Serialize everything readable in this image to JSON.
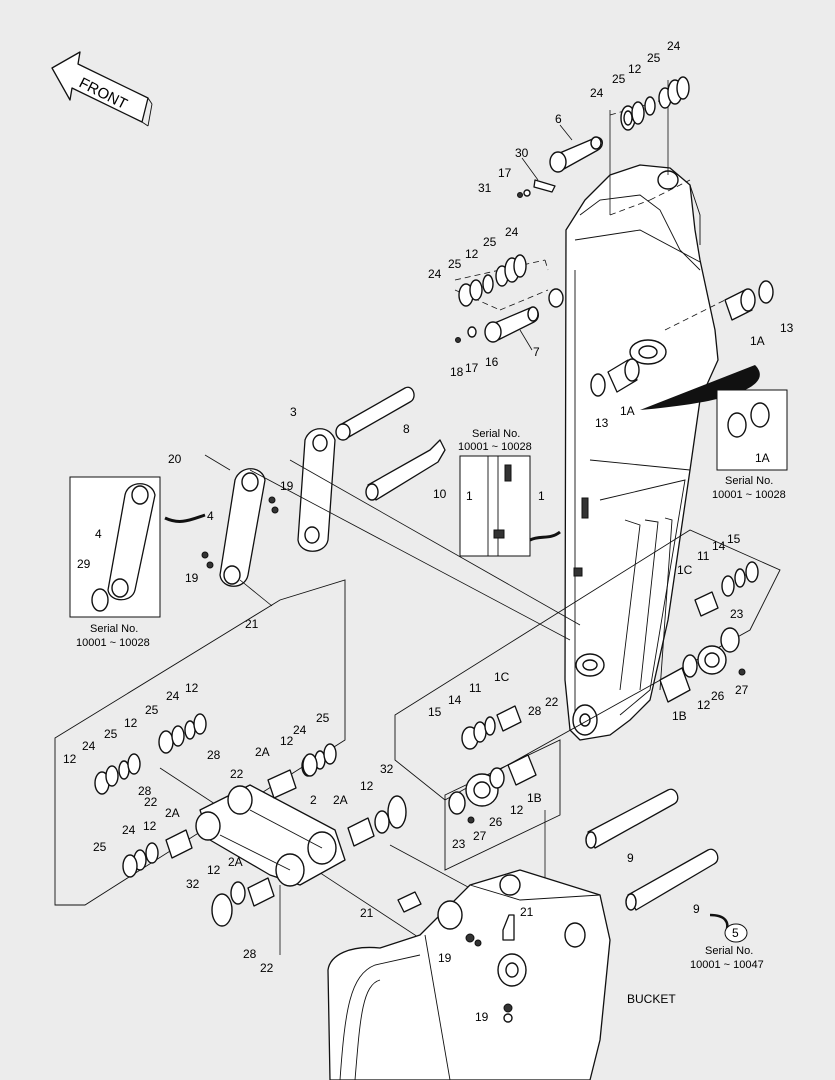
{
  "front_label": "FRONT",
  "bucket_label": "BUCKET",
  "callouts": {
    "c1": "1",
    "c1b": "1",
    "c1a_1": "1A",
    "c1a_2": "1A",
    "c1b_1": "1B",
    "c1b_2": "1B",
    "c1c_1": "1C",
    "c1c_2": "1C",
    "c2": "2",
    "c2a_1": "2A",
    "c2a_2": "2A",
    "c2a_3": "2A",
    "c2a_4": "2A",
    "c3": "3",
    "c4": "4",
    "c4b": "4",
    "c5": "5",
    "c6": "6",
    "c7": "7",
    "c8": "8",
    "c9_1": "9",
    "c9_2": "9",
    "c10": "10",
    "c11_1": "11",
    "c11_2": "11",
    "c12_1": "12",
    "c12_2": "12",
    "c12_3": "12",
    "c12_4": "12",
    "c12_5": "12",
    "c12_6": "12",
    "c12_7": "12",
    "c12_8": "12",
    "c12_9": "12",
    "c12_10": "12",
    "c12_11": "12",
    "c13_1": "13",
    "c13_2": "13",
    "c14_1": "14",
    "c14_2": "14",
    "c15_1": "15",
    "c15_2": "15",
    "c16": "16",
    "c17_1": "17",
    "c17_2": "17",
    "c18": "18",
    "c19_1": "19",
    "c19_2": "19",
    "c19_3": "19",
    "c19_4": "19",
    "c20": "20",
    "c21_1": "21",
    "c21_2": "21",
    "c21_3": "21",
    "c22_1": "22",
    "c22_2": "22",
    "c22_3": "22",
    "c22_4": "22",
    "c23_1": "23",
    "c23_2": "23",
    "c24_1": "24",
    "c24_2": "24",
    "c24_3": "24",
    "c24_4": "24",
    "c24_5": "24",
    "c24_6": "24",
    "c24_7": "24",
    "c25_1": "25",
    "c25_2": "25",
    "c25_3": "25",
    "c25_4": "25",
    "c25_5": "25",
    "c25_6": "25",
    "c25_7": "25",
    "c26_1": "26",
    "c26_2": "26",
    "c27_1": "27",
    "c27_2": "27",
    "c28_1": "28",
    "c28_2": "28",
    "c28_3": "28",
    "c28_4": "28",
    "c29": "29",
    "c30": "30",
    "c31": "31",
    "c32_1": "32",
    "c32_2": "32"
  },
  "insets": {
    "link_serial_title": "Serial No.",
    "link_serial_range": "10001 ~ 10028",
    "boom_serial_title": "Serial No.",
    "boom_serial_range": "10001 ~ 10028",
    "bushing_serial_title": "Serial No.",
    "bushing_serial_range": "10001 ~ 10028",
    "pin_serial_title": "Serial No.",
    "pin_serial_range": "10001 ~ 10047"
  }
}
